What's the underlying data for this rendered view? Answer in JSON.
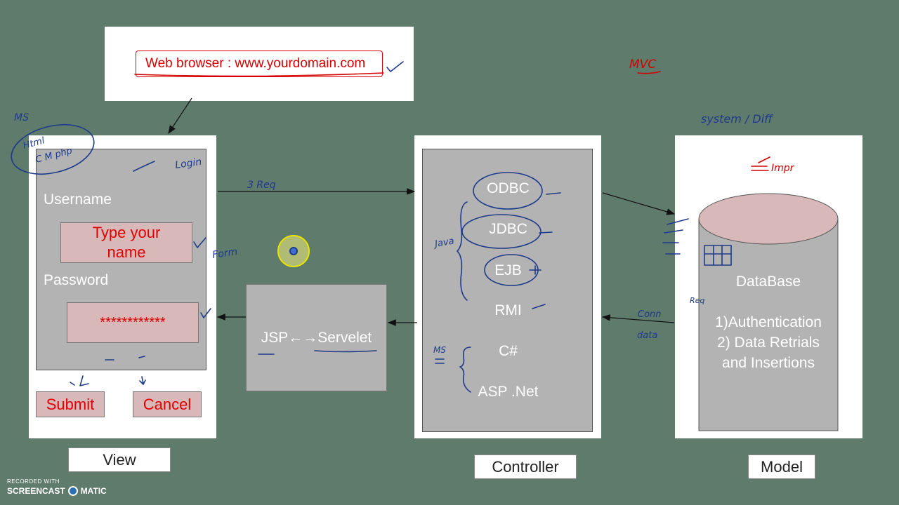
{
  "browser": {
    "text": "Web browser : www.yourdomain.com"
  },
  "view": {
    "username_label": "Username",
    "username_value": "Type your name",
    "password_label": "Password",
    "password_value": "************",
    "submit_label": "Submit",
    "cancel_label": "Cancel",
    "caption": "View"
  },
  "middle": {
    "text": "JSP←→Servelet"
  },
  "controller": {
    "items": [
      "ODBC",
      "JDBC",
      "EJB",
      "RMI",
      "C#",
      "ASP .Net"
    ],
    "caption": "Controller"
  },
  "model": {
    "db_label": "DataBase",
    "desc_1": "1)Authentication",
    "desc_2": "2) Data Retrials",
    "desc_3": "and Insertions",
    "caption": "Model"
  },
  "annotations": {
    "mvc": "MVC",
    "system_diff": "system / Diff",
    "ms": "MS",
    "html": "Html",
    "c_php": "C M php",
    "login": "Login",
    "req": "3 Req",
    "form": "Form",
    "java": "Java",
    "ms2": "MS",
    "conn": "Conn",
    "data": "data",
    "req2": "Req",
    "impr": "Impr"
  },
  "watermark": {
    "line1": "RECORDED WITH",
    "line2": "SCREENCAST",
    "line3": "MATIC"
  },
  "colors": {
    "background": "#5f7b6b",
    "ink": "#1f3a8a",
    "red_text": "#e00000",
    "pink_fill": "#d9b8b9"
  }
}
